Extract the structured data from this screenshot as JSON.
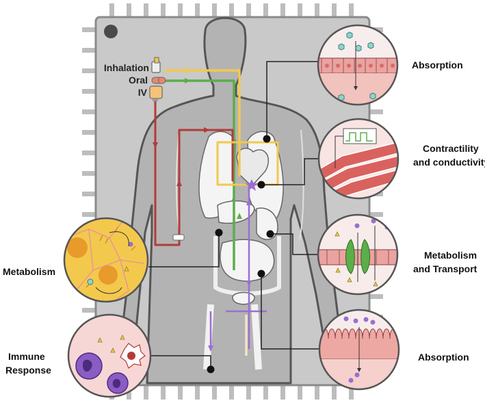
{
  "routes": {
    "inhalation": "Inhalation",
    "oral": "Oral",
    "iv": "IV"
  },
  "labels": {
    "absorption_top": "Absorption",
    "contractility_line1": "Contractility",
    "contractility_line2": "and conductivity",
    "metabolism_transport_line1": "Metabolism",
    "metabolism_transport_line2": "and Transport",
    "absorption_bottom": "Absorption",
    "metabolism_left": "Metabolism",
    "immune_line1": "Immune",
    "immune_line2": "Response"
  },
  "colors": {
    "chip": "#c9c9c9",
    "chip_border": "#8a8a8a",
    "inhalation": "#f2c94c",
    "oral": "#5cae4a",
    "iv": "#b43a3a",
    "metabolite": "#9a6fd1",
    "tissue_pink": "#f2b8b3",
    "liver_yellow": "#f3c94d"
  }
}
